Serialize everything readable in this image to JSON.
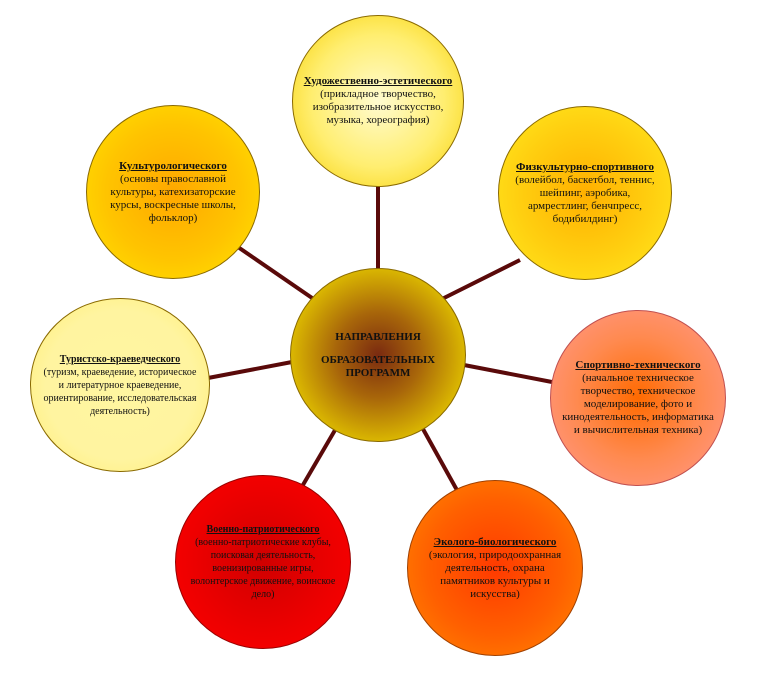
{
  "center": {
    "line1": "НАПРАВЛЕНИЯ",
    "line2": "ОБРАЗОВАТЕЛЬНЫХ ПРОГРАММ"
  },
  "nodes": {
    "art": {
      "title": "Художественно-эстетического",
      "desc": "(прикладное творчество, изобразительное искусство, музыка, хореография)"
    },
    "cult": {
      "title": "Культурологического",
      "desc": "(основы православной культуры, катехизаторские курсы, воскресные школы, фольклор)"
    },
    "phys": {
      "title": "Физкультурно-спортивного",
      "desc": "(волейбол, баскетбол, теннис, шейпинг, аэробика, армрестлинг, бенчпресс, бодибилдинг)"
    },
    "tour": {
      "title": "Туристско-краеведческого",
      "desc": "(туризм, краеведение, историческое и литературное краеведение, ориентирование, исследовательская деятельность)"
    },
    "sport": {
      "title": "Спортивно-технического",
      "desc": "(начальное техническое творчество, техническое моделирование, фото и кинодеятельность, информатика и вычислительная техника)"
    },
    "mil": {
      "title": "Военно-патриотического",
      "desc": "(военно-патриотические клубы, поисковая деятельность, военизированные игры, волонтерское движение, воинское дело)"
    },
    "eco": {
      "title": "Эколого-биологического",
      "desc": "(экология, природоохранная деятельность, охрана памятников культуры и искусства)"
    }
  },
  "colors": {
    "connector": "#5a0a0a"
  }
}
